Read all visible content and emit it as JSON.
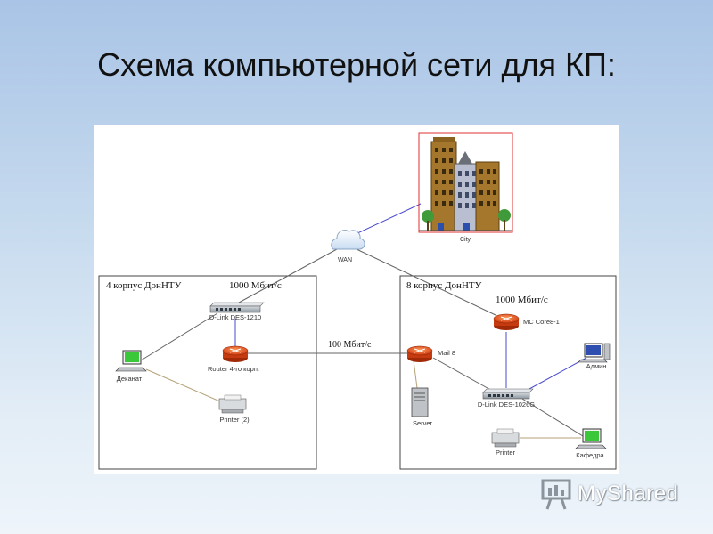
{
  "slide": {
    "title": "Схема компьютерной сети для КП:"
  },
  "diagram": {
    "building_left": {
      "title": "4 корпус ДонНТУ",
      "speed": "1000 Мбит/с"
    },
    "building_right": {
      "title": "8 корпус ДонНТУ",
      "speed": "1000 Мбит/с"
    },
    "link_speed": "100 Мбит/с",
    "nodes": {
      "city": "City",
      "wan": "WAN",
      "switch_left": "D-Link DES-1210",
      "router_left": "Router 4-го корп.",
      "dekanat": "Деканат",
      "printer_left": "Printer (2)",
      "router_mail": "Mail 8",
      "server": "Server",
      "mc_core": "MC Core8-1",
      "switch_right": "D-Link DES-1026G",
      "admin": "Админ",
      "printer_right": "Printer",
      "kafedra": "Кафедра"
    }
  },
  "watermark": {
    "text": "MyShared"
  },
  "colors": {
    "background_top": "#a9c4e6",
    "background_bottom": "#eef4fa",
    "link_blue": "#4a4ad0",
    "link_gray": "#666666",
    "link_tan": "#b5a27a",
    "router_red": "#e04a1a",
    "building_border": "#e03030"
  }
}
